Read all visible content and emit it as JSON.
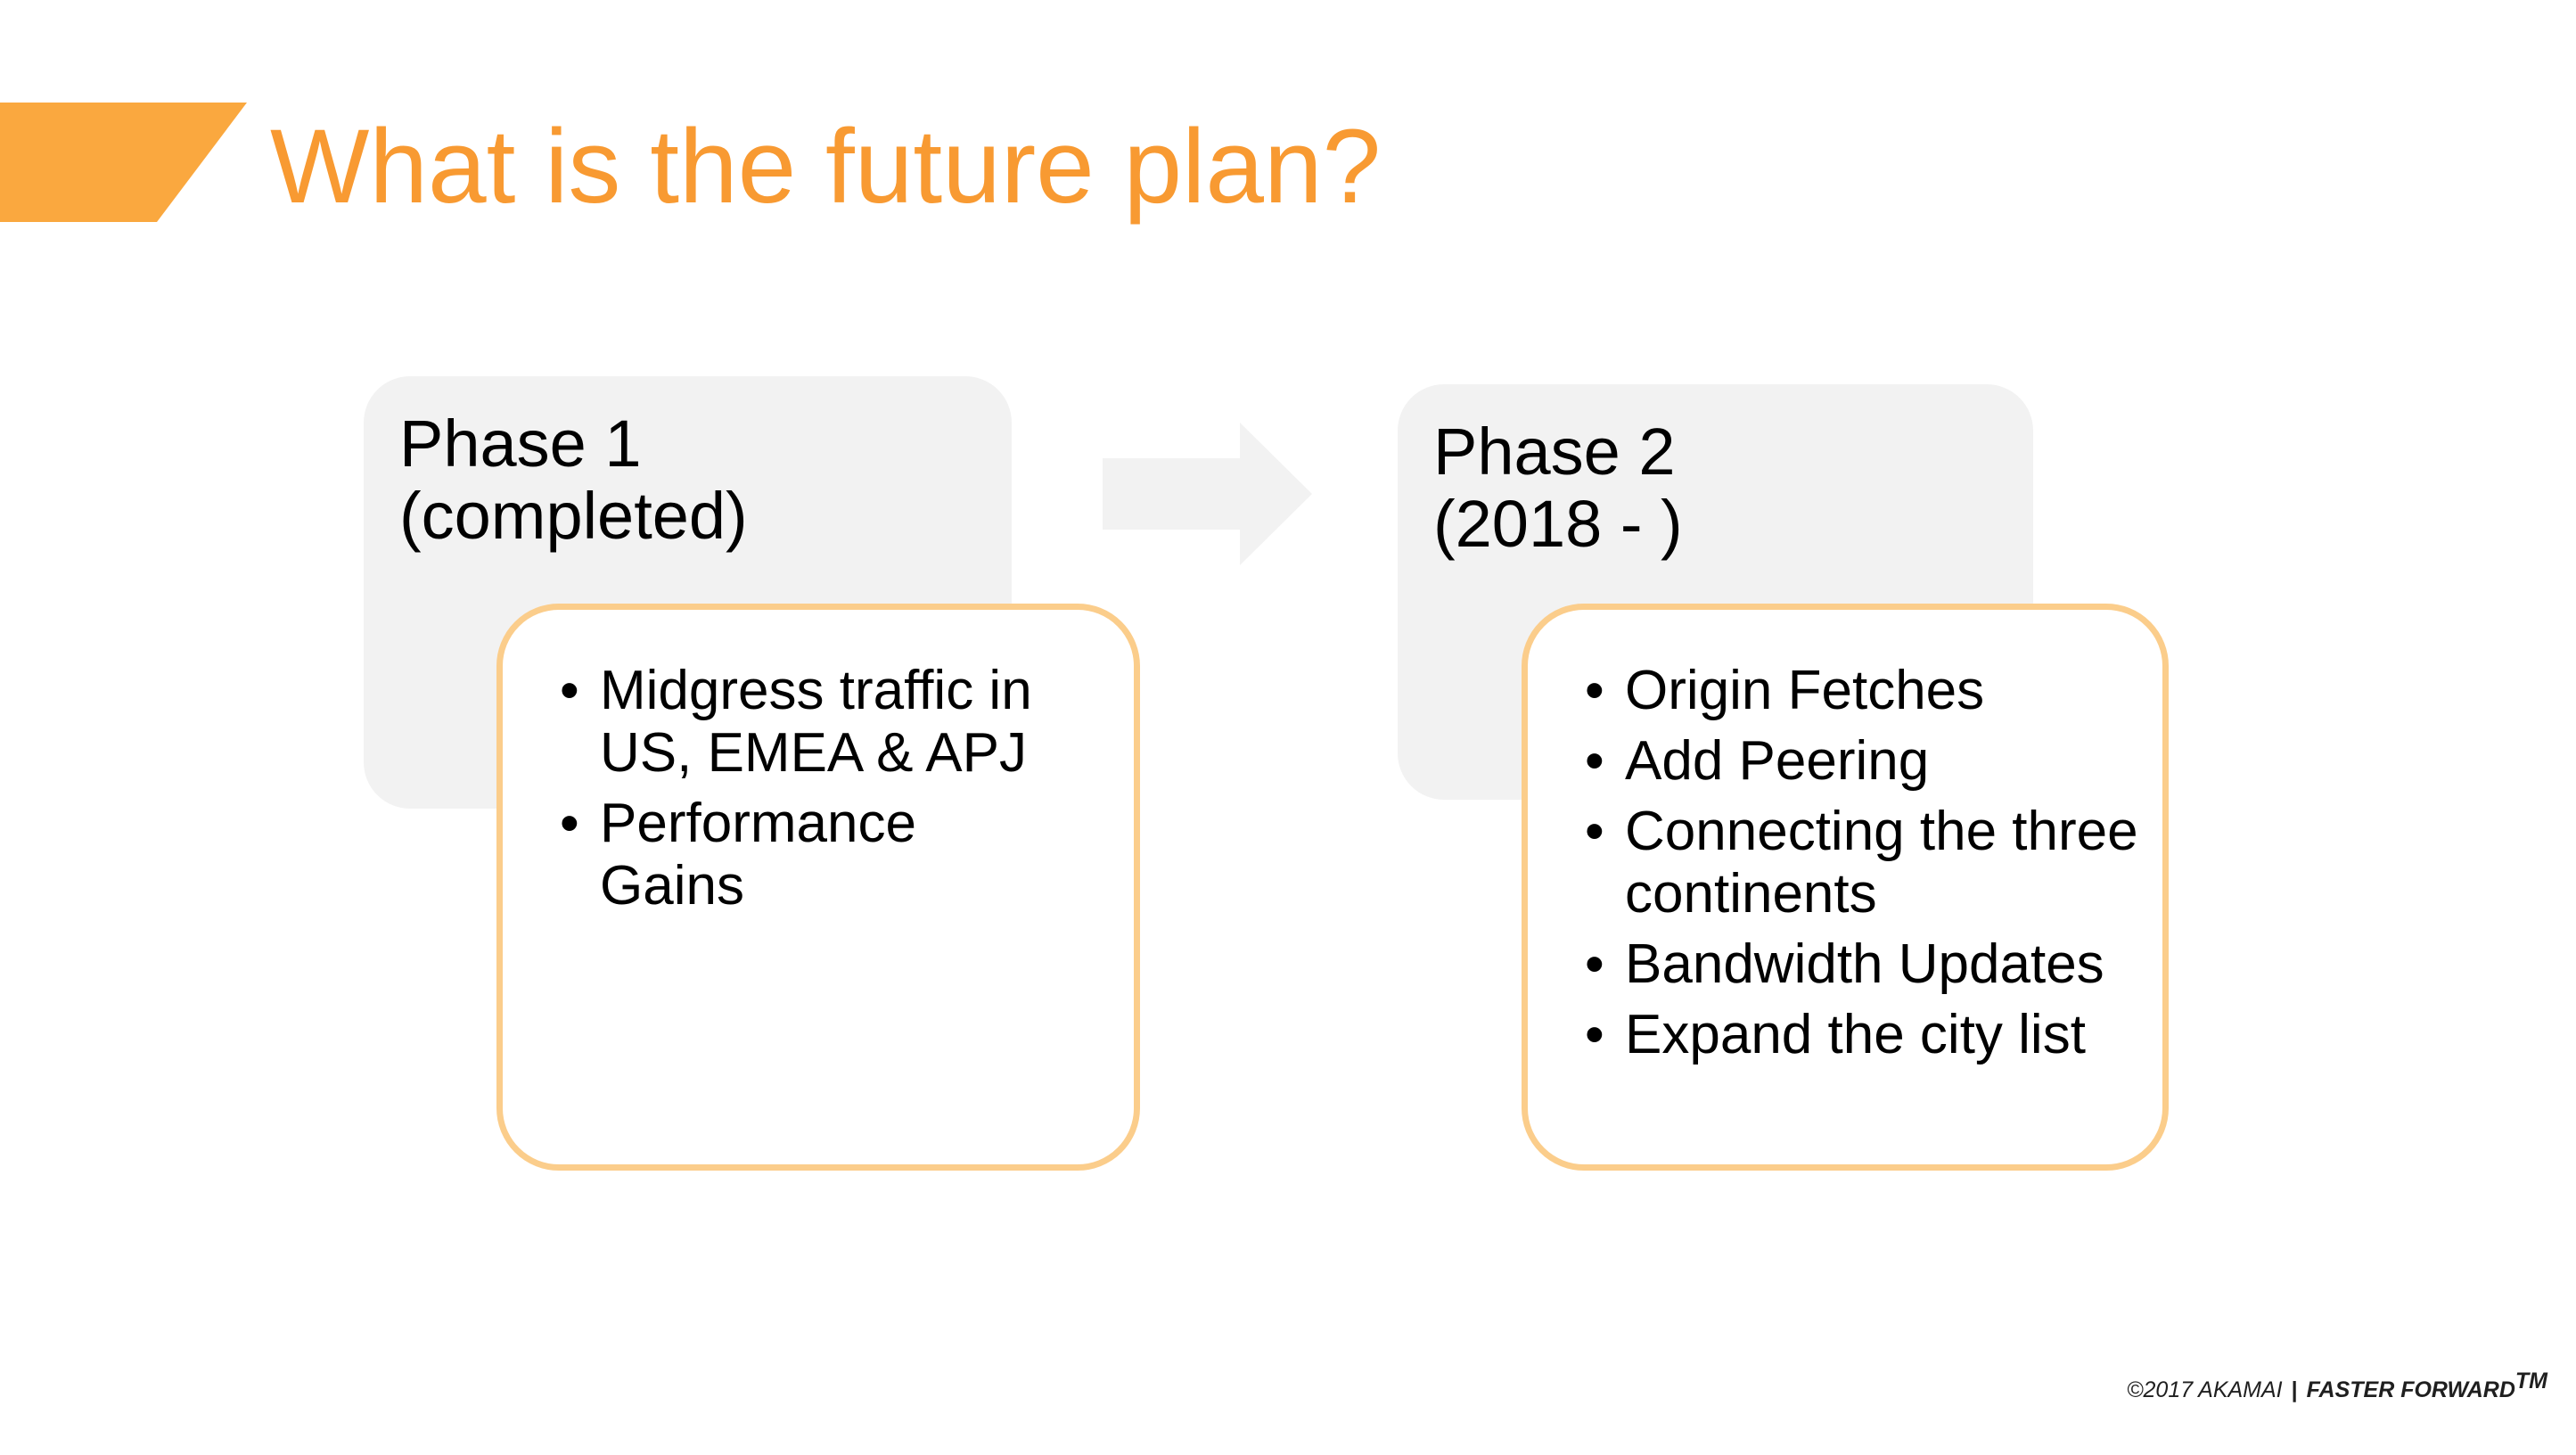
{
  "colors": {
    "accent": "#f89a32",
    "band": "#faa83f",
    "card": "#f2f2f2",
    "detail_border": "#fbcd8b",
    "arrow": "#f2f2f2"
  },
  "slide": {
    "title": "What is the future plan?"
  },
  "phase1": {
    "title_line1": "Phase 1",
    "title_line2": "(completed)",
    "bullets": [
      {
        "line1": "Midgress traffic in",
        "line2": "US, EMEA & APJ"
      },
      {
        "line1": "Performance",
        "line2": "Gains"
      }
    ]
  },
  "phase2": {
    "title_line1": "Phase 2",
    "title_line2": "(2018 - )",
    "bullets": [
      {
        "line1": "Origin Fetches"
      },
      {
        "line1": "Add Peering"
      },
      {
        "line1": "Connecting the three",
        "line2": "continents"
      },
      {
        "line1": "Bandwidth Updates"
      },
      {
        "line1": "Expand the city list"
      }
    ]
  },
  "bullet_char": "•",
  "footer": {
    "copyright": "©2017 AKAMAI",
    "separator": "|",
    "tagline": "FASTER FORWARD",
    "trademark": "TM"
  }
}
